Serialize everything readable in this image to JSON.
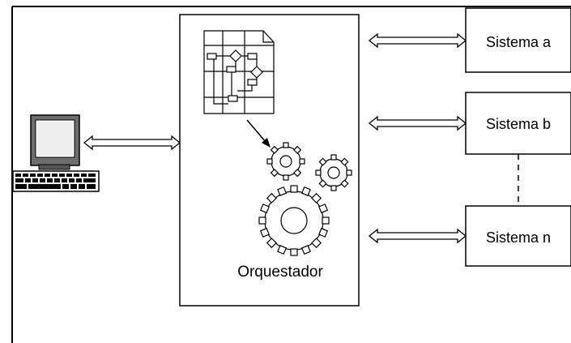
{
  "diagram": {
    "orchestrator": {
      "label": "Orquestador"
    },
    "systems": [
      {
        "id": "a",
        "label": "Sistema a"
      },
      {
        "id": "b",
        "label": "Sistema b"
      },
      {
        "id": "n",
        "label": "Sistema n"
      }
    ],
    "icons": {
      "computer": "computer-icon",
      "flowchart": "flowchart-document-icon",
      "gears": "gears-icon"
    }
  }
}
